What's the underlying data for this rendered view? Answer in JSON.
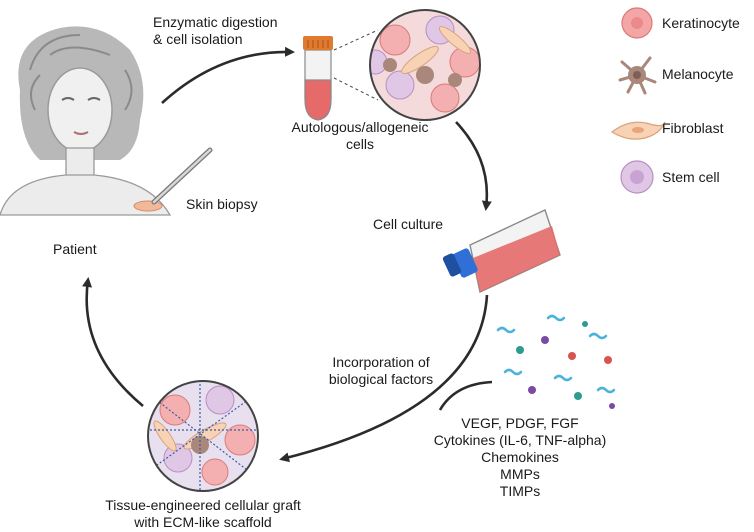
{
  "steps": {
    "digestion": [
      "Enzymatic digestion",
      "& cell isolation"
    ],
    "cells": [
      "Autologous/allogeneic",
      "cells"
    ],
    "culture": "Cell culture",
    "incorporation": [
      "Incorporation of",
      "biological factors"
    ],
    "graft": [
      "Tissue-engineered cellular graft",
      "with ECM-like scaffold"
    ],
    "biopsy": "Skin biopsy",
    "patient": "Patient"
  },
  "factors": [
    "VEGF, PDGF, FGF",
    "Cytokines (IL-6, TNF-alpha)",
    "Chemokines",
    "MMPs",
    "TIMPs"
  ],
  "legend": [
    {
      "label": "Keratinocyte",
      "icon": "keratinocyte-icon",
      "color": "#f4a6a6"
    },
    {
      "label": "Melanocyte",
      "icon": "melanocyte-icon",
      "color": "#a9877a"
    },
    {
      "label": "Fibroblast",
      "icon": "fibroblast-icon",
      "color": "#f7d2b4"
    },
    {
      "label": "Stem cell",
      "icon": "stem-cell-icon",
      "color": "#e0c7e6"
    }
  ],
  "colors": {
    "arrow": "#2b2b2b",
    "tube_cap": "#e07a2e",
    "flask_cap": "#2f6fd6",
    "medium": "#e66a6a"
  }
}
